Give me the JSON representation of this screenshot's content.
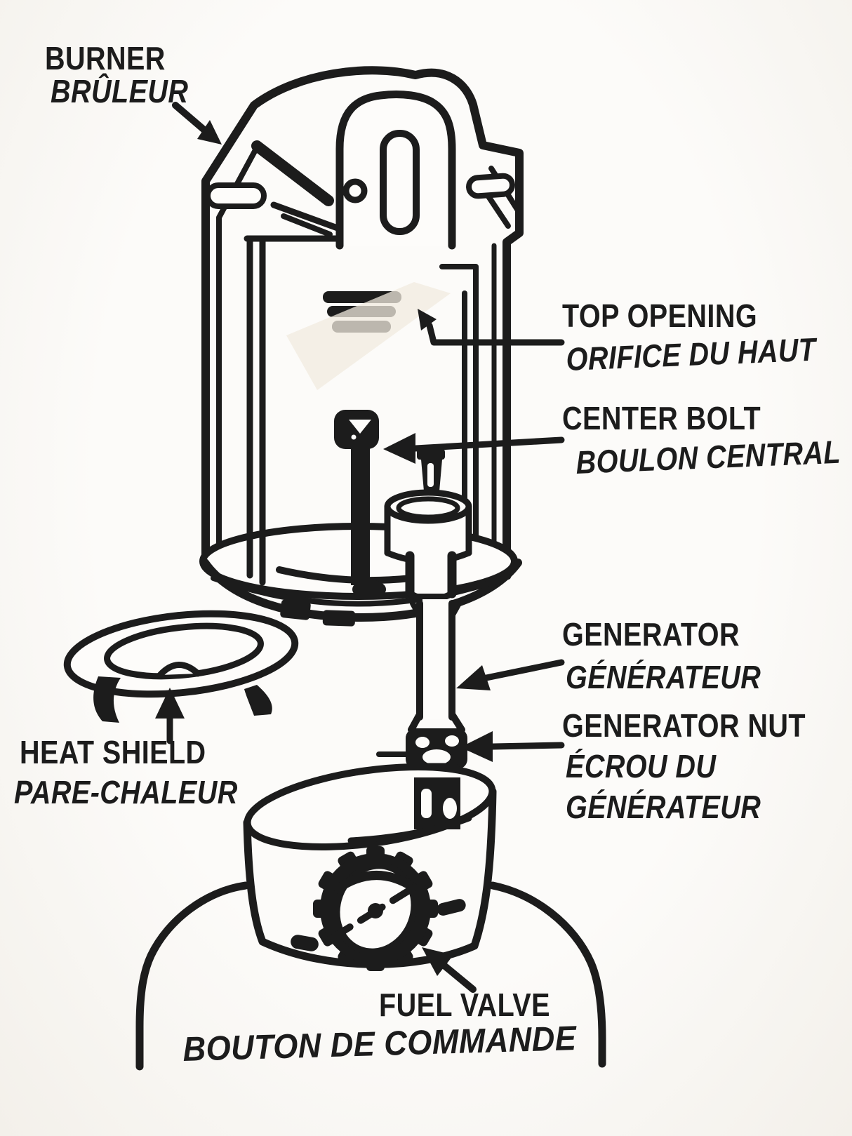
{
  "page": {
    "kind": "scanned bilingual parts diagram",
    "subject": "Lantern burner assembly",
    "colors": {
      "ink": "#1c1c1c",
      "paper": "#f8f6f2"
    }
  },
  "diagram": {
    "labels": {
      "burner": {
        "en": "BURNER",
        "fr": "BRÛLEUR"
      },
      "top_opening": {
        "en": "TOP OPENING",
        "fr": "ORIFICE DU HAUT"
      },
      "center_bolt": {
        "en": "CENTER BOLT",
        "fr": "BOULON CENTRAL"
      },
      "generator": {
        "en": "GENERATOR",
        "fr": "GÉNÉRATEUR"
      },
      "generator_nut": {
        "en": "GENERATOR NUT",
        "fr_line1": "ÉCROU DU",
        "fr_line2": "GÉNÉRATEUR"
      },
      "heat_shield": {
        "en": "HEAT SHIELD",
        "fr": "PARE-CHALEUR"
      },
      "fuel_valve": {
        "en": "FUEL VALVE",
        "fr": "BOUTON DE COMMANDE"
      }
    }
  }
}
